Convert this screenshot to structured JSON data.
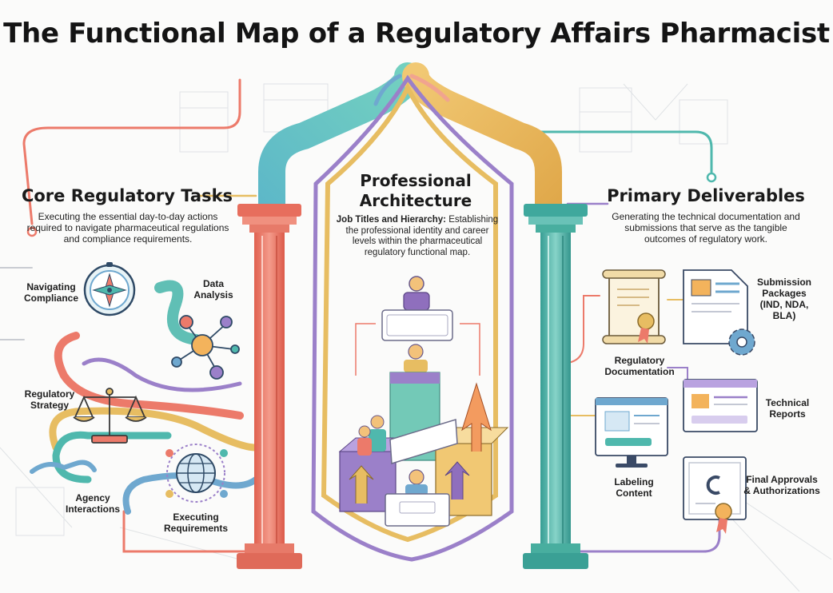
{
  "title": "The Functional Map of a Regulatory Affairs Pharmacist",
  "left": {
    "title": "Core Regulatory Tasks",
    "desc": "Executing the essential day-to-day actions required to navigate pharmaceutical regulations and compliance requirements.",
    "items": [
      {
        "label": "Navigating Compliance",
        "icon": "compass-icon"
      },
      {
        "label": "Data Analysis",
        "icon": "network-icon"
      },
      {
        "label": "Regulatory Strategy",
        "icon": "scales-icon"
      },
      {
        "label": "Agency Interactions",
        "icon": "handshake-icon"
      },
      {
        "label": "Executing Requirements",
        "icon": "globe-icon"
      }
    ]
  },
  "center": {
    "title_line1": "Professional",
    "title_line2": "Architecture",
    "subtitle": "Job Titles and Hierarchy:",
    "desc": "Establishing the professional identity and career levels within the pharmaceutical regulatory functional map."
  },
  "right": {
    "title": "Primary Deliverables",
    "desc": "Generating the technical documentation and submissions that serve as the tangible outcomes of regulatory work.",
    "items": [
      {
        "label": "Submission Packages (IND, NDA, BLA)",
        "icon": "submission-document-icon"
      },
      {
        "label": "Regulatory Documentation",
        "icon": "scroll-icon"
      },
      {
        "label": "Technical Reports",
        "icon": "report-window-icon"
      },
      {
        "label": "Labeling Content",
        "icon": "monitor-icon"
      },
      {
        "label": "Final Approvals & Authorizations",
        "icon": "certificate-icon"
      }
    ]
  },
  "colors": {
    "coral": "#ec7a6a",
    "teal": "#4fb8ad",
    "gold": "#e7bd62",
    "purple": "#9b80c9",
    "blue": "#6fa8cf"
  }
}
